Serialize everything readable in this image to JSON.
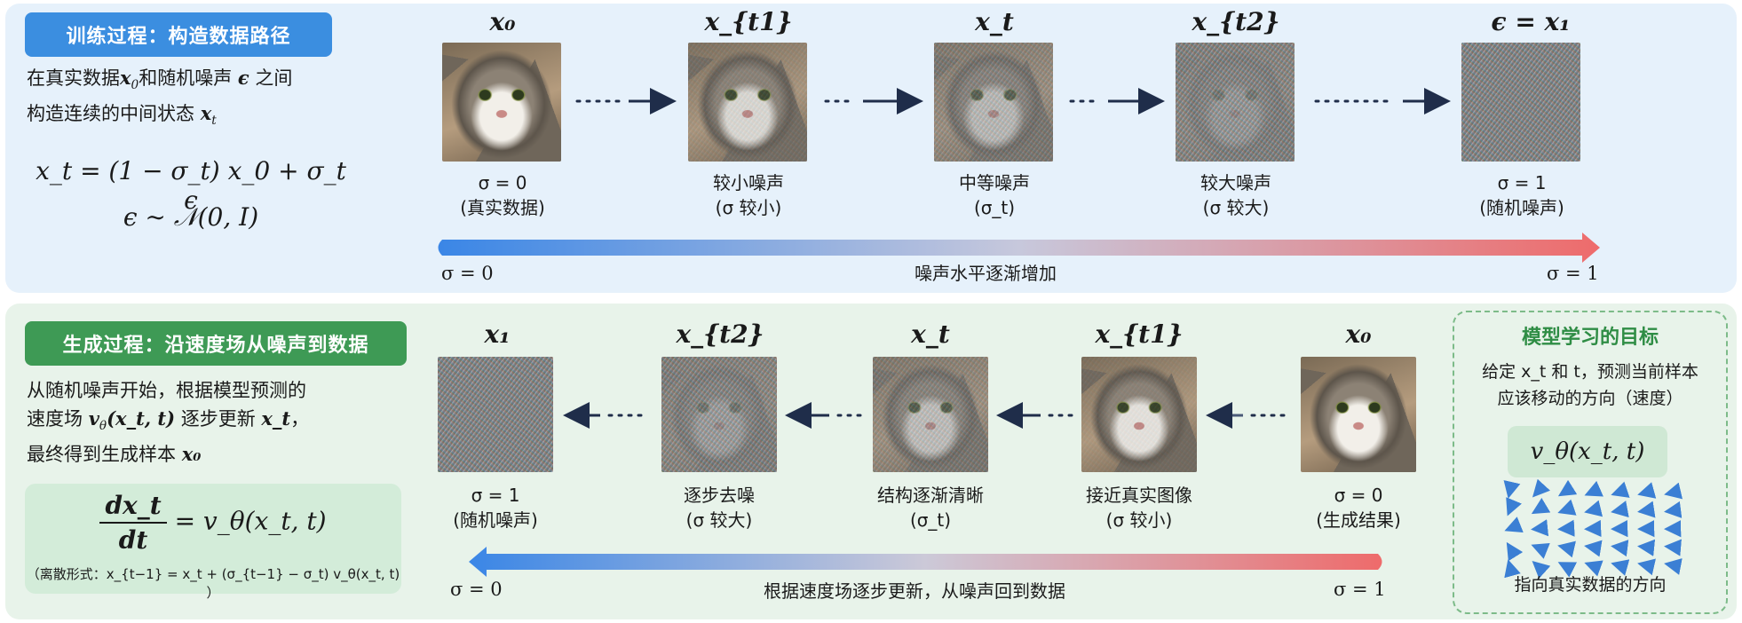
{
  "training": {
    "badge": "训练过程：构造数据路径",
    "desc_line1_a": "在真实数据",
    "desc_line1_x": "x",
    "desc_line1_x_sub": "0",
    "desc_line1_b": "和随机噪声",
    "desc_line1_eps": "ϵ",
    "desc_line1_c": "之间",
    "desc_line2_a": "构造连续的中间状态",
    "desc_line2_x": "x",
    "desc_line2_x_sub": "t",
    "formula1": "x_t = (1 − σ_t) x_0 + σ_t ϵ",
    "formula2": "ϵ ∼ 𝒩(0, I)",
    "images": [
      {
        "title": "x₀",
        "cap1": "σ = 0",
        "cap2": "(真实数据)"
      },
      {
        "title": "x_{t1}",
        "cap1": "较小噪声",
        "cap2": "(σ 较小)"
      },
      {
        "title": "x_t",
        "cap1": "中等噪声",
        "cap2": "(σ_t)"
      },
      {
        "title": "x_{t2}",
        "cap1": "较大噪声",
        "cap2": "(σ 较大)"
      },
      {
        "title": "ϵ = x₁",
        "cap1": "σ = 1",
        "cap2": "(随机噪声)"
      }
    ],
    "bar_label": "噪声水平逐渐增加",
    "bar_left": "σ = 0",
    "bar_right": "σ = 1"
  },
  "generation": {
    "badge": "生成过程：沿速度场从噪声到数据",
    "desc_line1": "从随机噪声开始，根据模型预测的",
    "desc_line2_a": "速度场",
    "desc_line2_v": "v",
    "desc_line2_theta": "θ",
    "desc_line2_args": "(x_t, t)",
    "desc_line2_b": "逐步更新",
    "desc_line2_x": "x_t",
    "desc_line2_c": "，",
    "desc_line3_a": "最终得到生成样本",
    "desc_line3_x": "x₀",
    "ode_num": "dx_t",
    "ode_den": "dt",
    "ode_rhs": "= v_θ(x_t, t)",
    "ode_discrete": "（离散形式：x_{t−1} = x_t + (σ_{t−1} − σ_t) v_θ(x_t, t) ）",
    "images": [
      {
        "title": "x₁",
        "cap1": "σ = 1",
        "cap2": "(随机噪声)"
      },
      {
        "title": "x_{t2}",
        "cap1": "逐步去噪",
        "cap2": "(σ 较大)"
      },
      {
        "title": "x_t",
        "cap1": "结构逐渐清晰",
        "cap2": "(σ_t)"
      },
      {
        "title": "x_{t1}",
        "cap1": "接近真实图像",
        "cap2": "(σ 较小)"
      },
      {
        "title": "x₀",
        "cap1": "σ = 0",
        "cap2": "(生成结果)"
      }
    ],
    "bar_label": "根据速度场逐步更新，从噪声回到数据",
    "bar_left": "σ = 0",
    "bar_right": "σ = 1"
  },
  "goal": {
    "title": "模型学习的目标",
    "desc_line1": "给定 x_t 和 t，预测当前样本",
    "desc_line2": "应该移动的方向（速度）",
    "pill": "v_θ(x_t, t)",
    "foot": "指向真实数据的方向"
  },
  "colors": {
    "train_accent": "#3b8ee0",
    "gen_accent": "#3e9a55",
    "bar_blue": "#3a86e6",
    "bar_red": "#ee6b6b",
    "arrow_dark": "#1f2d4a",
    "field_arrow": "#3b7fd4"
  }
}
